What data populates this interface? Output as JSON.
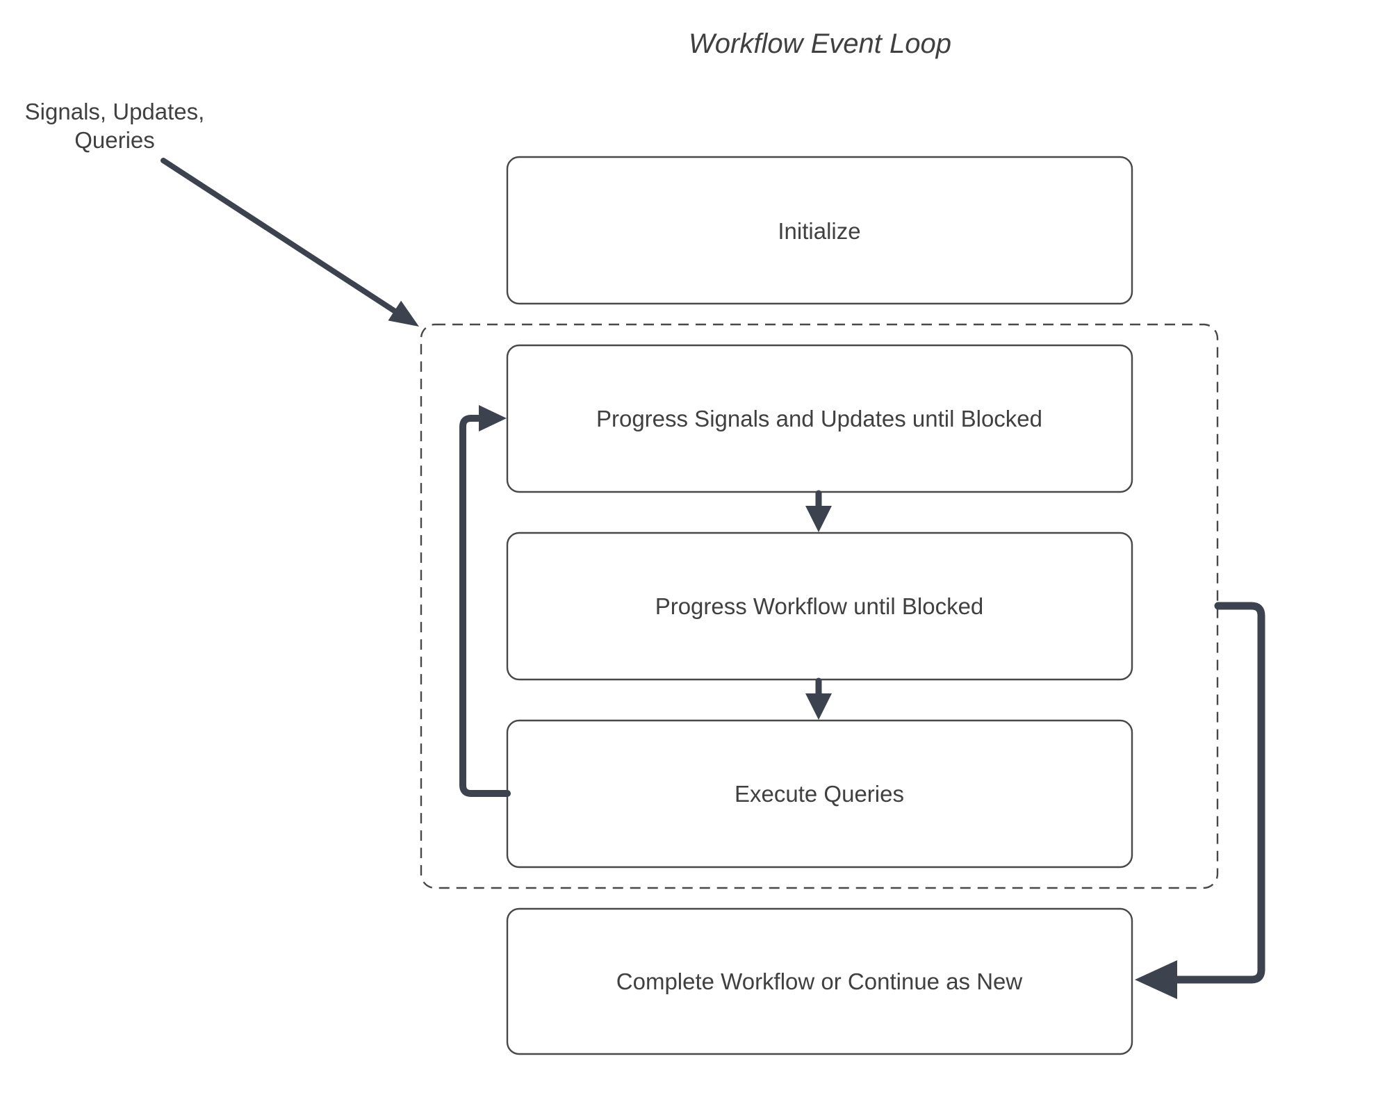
{
  "diagram": {
    "title": "Workflow Event Loop",
    "annotation": {
      "line1": "Signals, Updates,",
      "line2": "Queries"
    },
    "nodes": {
      "initialize": "Initialize",
      "progress_signals": "Progress Signals and Updates until Blocked",
      "progress_workflow": "Progress Workflow until Blocked",
      "execute_queries": "Execute Queries",
      "complete_workflow": "Complete Workflow or Continue as New"
    },
    "colors": {
      "arrow": "#3c434e",
      "node_border": "#484848",
      "text": "#404040",
      "background": "#ffffff"
    }
  }
}
